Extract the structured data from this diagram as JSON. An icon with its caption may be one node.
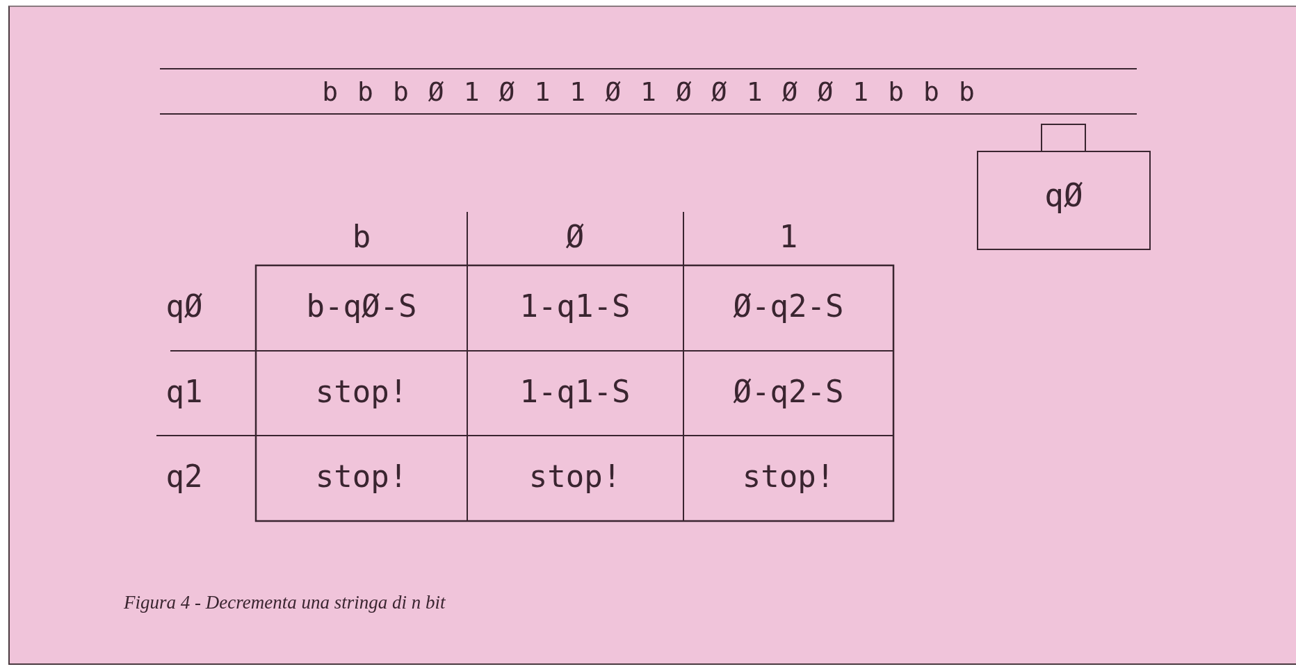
{
  "diagram": {
    "caption": "Figura 4 - Decrementa una stringa di n bit",
    "nodes": [
      {
        "text": [
          "bbbØ1Ø11Ø1ØØ1ØØ1bbb"
        ]
      },
      {
        "text": [
          "qØ"
        ]
      }
    ],
    "labels": [
      "b",
      "Ø",
      "1",
      "qØ",
      "b-qØ-S",
      "1-q1-S",
      "Ø-q2-S",
      "q1",
      "stop!",
      "1-q1-S",
      "Ø-q2-S",
      "q2",
      "stop!",
      "stop!",
      "stop!"
    ]
  }
}
